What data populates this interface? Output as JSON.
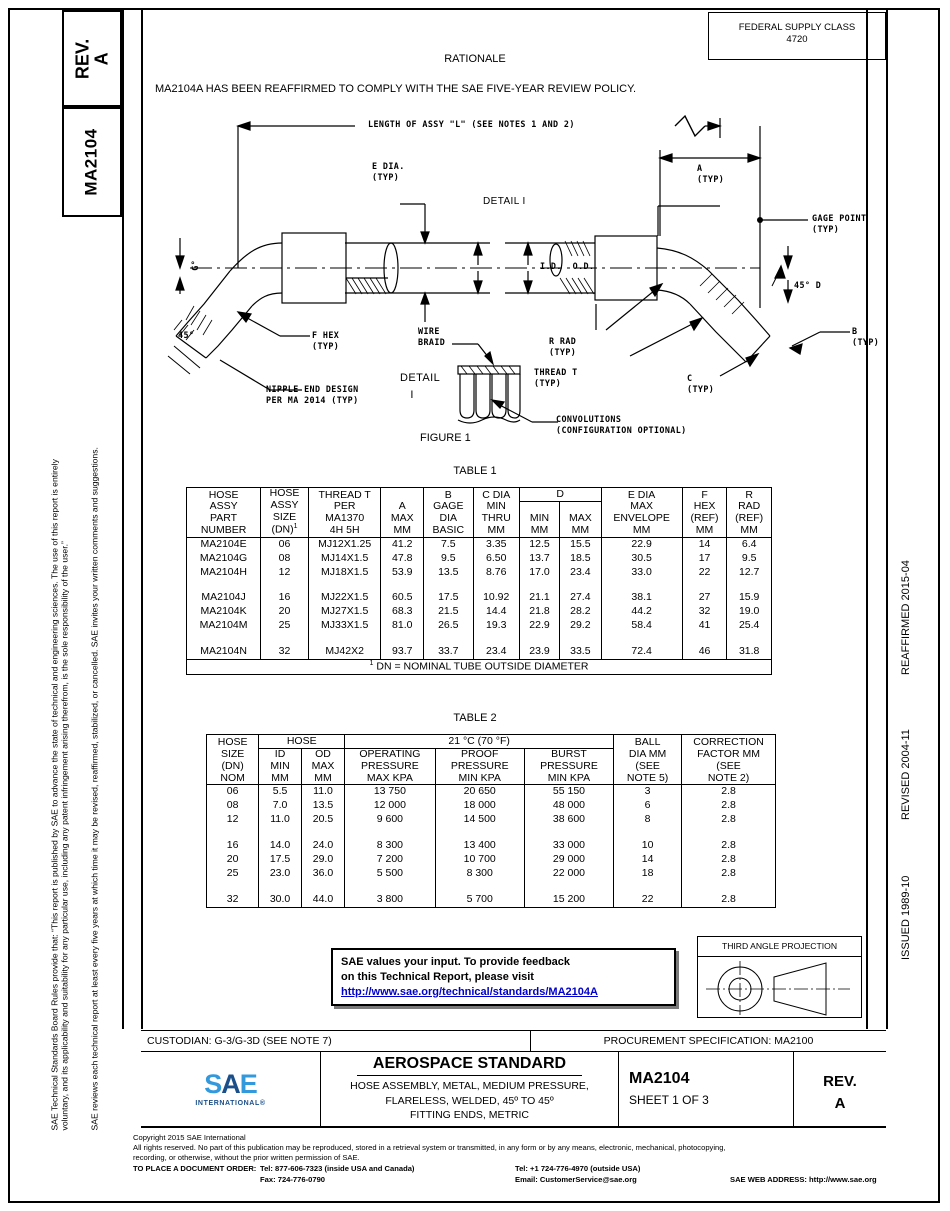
{
  "header": {
    "rev_label": "REV.",
    "rev_value": "A",
    "doc_number": "MA2104",
    "fsc_label": "FEDERAL SUPPLY CLASS",
    "fsc_value": "4720"
  },
  "rationale": {
    "title": "RATIONALE",
    "body": "MA2104A HAS BEEN REAFFIRMED TO COMPLY WITH THE SAE FIVE-YEAR REVIEW POLICY."
  },
  "legal": {
    "line1": "SAE Technical Standards Board Rules provide that: “This report is published by SAE to advance the state of technical and engineering sciences. The use of this report is entirely",
    "line2": "voluntary, and its applicability and suitability for any particular use, including any patent infringement arising therefrom, is the sole responsibility of the user.”",
    "line3": "SAE reviews each technical report at least every five years at which time it may be revised, reaffirmed, stabilized, or cancelled. SAE invites your written comments and suggestions."
  },
  "dates": {
    "issued": "ISSUED 1989-10",
    "revised": "REVISED 2004-11",
    "reaffirmed": "REAFFIRMED 2015-04"
  },
  "figure": {
    "caption": "FIGURE 1",
    "labels": {
      "length_of_assy": "LENGTH OF ASSY \"L\" (SEE NOTES 1 AND 2)",
      "e_dia": "E DIA.\n(TYP)",
      "detail_i_call": "DETAIL I",
      "id_od": "I.D.  O.D.",
      "a_typ": "A\n(TYP)",
      "gage_point": "GAGE POINT\n(TYP)",
      "r_rad": "R RAD\n(TYP)",
      "thread_t": "THREAD T\n(TYP)",
      "deg45_d": "45° D",
      "b_typ": "B\n(TYP)",
      "c_typ": "C\n(TYP)",
      "f_hex": "F HEX\n(TYP)",
      "nipple": "NIPPLE END DESIGN\nPER MA 2014 (TYP)",
      "deg45_left": "45°",
      "deg_g": "G°",
      "wire_braid": "WIRE\nBRAID",
      "detail_i_title": "DETAIL\n   I",
      "convolutions": "CONVOLUTIONS\n(CONFIGURATION OPTIONAL)"
    }
  },
  "table1": {
    "title": "TABLE 1",
    "headers": [
      [
        "HOSE",
        "ASSY",
        "PART",
        "NUMBER"
      ],
      [
        "HOSE",
        "ASSY",
        "SIZE",
        "(DN)"
      ],
      [
        "THREAD T",
        "PER",
        "MA1370",
        "4H 5H"
      ],
      [
        "",
        "A",
        "MAX",
        "MM"
      ],
      [
        "B",
        "GAGE",
        "DIA",
        "BASIC"
      ],
      [
        "C DIA",
        "MIN",
        "THRU",
        "MM"
      ],
      [
        "MIN",
        "MM"
      ],
      [
        "MAX",
        "MM"
      ],
      [
        "E DIA",
        "MAX",
        "ENVELOPE",
        "MM"
      ],
      [
        "F",
        "HEX",
        "(REF)",
        "MM"
      ],
      [
        "R",
        "RAD",
        "(REF)",
        "MM"
      ]
    ],
    "d_group_label": "D",
    "rows": [
      [
        "MA2104E",
        "06",
        "MJ12X1.25",
        "41.2",
        "7.5",
        "3.35",
        "12.5",
        "15.5",
        "22.9",
        "14",
        "6.4"
      ],
      [
        "MA2104G",
        "08",
        "MJ14X1.5",
        "47.8",
        "9.5",
        "6.50",
        "13.7",
        "18.5",
        "30.5",
        "17",
        "9.5"
      ],
      [
        "MA2104H",
        "12",
        "MJ18X1.5",
        "53.9",
        "13.5",
        "8.76",
        "17.0",
        "23.4",
        "33.0",
        "22",
        "12.7"
      ],
      [
        "MA2104J",
        "16",
        "MJ22X1.5",
        "60.5",
        "17.5",
        "10.92",
        "21.1",
        "27.4",
        "38.1",
        "27",
        "15.9"
      ],
      [
        "MA2104K",
        "20",
        "MJ27X1.5",
        "68.3",
        "21.5",
        "14.4",
        "21.8",
        "28.2",
        "44.2",
        "32",
        "19.0"
      ],
      [
        "MA2104M",
        "25",
        "MJ33X1.5",
        "81.0",
        "26.5",
        "19.3",
        "22.9",
        "29.2",
        "58.4",
        "41",
        "25.4"
      ],
      [
        "MA2104N",
        "32",
        "MJ42X2",
        "93.7",
        "33.7",
        "23.4",
        "23.9",
        "33.5",
        "72.4",
        "46",
        "31.8"
      ]
    ],
    "footnote": "DN = NOMINAL TUBE OUTSIDE DIAMETER"
  },
  "table2": {
    "title": "TABLE 2",
    "temp_header": "21 °C (70 °F)",
    "hose_group_label": "HOSE",
    "headers": [
      [
        "HOSE",
        "SIZE",
        "(DN)",
        "NOM"
      ],
      [
        "ID",
        "MIN",
        "MM"
      ],
      [
        "OD",
        "MAX",
        "MM"
      ],
      [
        "OPERATING",
        "PRESSURE",
        "MAX KPA"
      ],
      [
        "PROOF",
        "PRESSURE",
        "MIN KPA"
      ],
      [
        "BURST",
        "PRESSURE",
        "MIN KPA"
      ],
      [
        "BALL",
        "DIA MM",
        "(SEE",
        "NOTE 5)"
      ],
      [
        "CORRECTION",
        "FACTOR MM",
        "(SEE",
        "NOTE 2)"
      ]
    ],
    "rows": [
      [
        "06",
        "5.5",
        "11.0",
        "13 750",
        "20 650",
        "55 150",
        "3",
        "2.8"
      ],
      [
        "08",
        "7.0",
        "13.5",
        "12 000",
        "18 000",
        "48 000",
        "6",
        "2.8"
      ],
      [
        "12",
        "11.0",
        "20.5",
        "9 600",
        "14 500",
        "38 600",
        "8",
        "2.8"
      ],
      [
        "16",
        "14.0",
        "24.0",
        "8 300",
        "13 400",
        "33 000",
        "10",
        "2.8"
      ],
      [
        "20",
        "17.5",
        "29.0",
        "7 200",
        "10 700",
        "29 000",
        "14",
        "2.8"
      ],
      [
        "25",
        "23.0",
        "36.0",
        "5 500",
        "8 300",
        "22 000",
        "18",
        "2.8"
      ],
      [
        "32",
        "30.0",
        "44.0",
        "3 800",
        "5 700",
        "15 200",
        "22",
        "2.8"
      ]
    ]
  },
  "feedback": {
    "line1": "SAE values your input. To provide feedback",
    "line2": "on this Technical Report, please visit",
    "url": "http://www.sae.org/technical/standards/MA2104A"
  },
  "third_angle": {
    "title": "THIRD ANGLE PROJECTION"
  },
  "custodian": {
    "left": "CUSTODIAN: G-3/G-3D (SEE NOTE 7)",
    "right": "PROCUREMENT SPECIFICATION: MA2100"
  },
  "title_block": {
    "standard": "AEROSPACE STANDARD",
    "desc_line1": "HOSE ASSEMBLY, METAL, MEDIUM PRESSURE,",
    "desc_line2": "FLARELESS, WELDED, 45º TO 45º",
    "desc_line3": "FITTING ENDS, METRIC",
    "doc_number": "MA2104",
    "sheet": "SHEET 1 OF 3",
    "rev_label": "REV.",
    "rev_value": "A",
    "logo_s": "S",
    "logo_a": "A",
    "logo_e": "E",
    "logo_sub": "INTERNATIONAL®"
  },
  "copyright": {
    "line1": "Copyright 2015 SAE International",
    "line2": "All rights reserved. No part of this publication may be reproduced, stored in a retrieval system or transmitted, in any form or by any means, electronic, mechanical, photocopying,",
    "line3": "recording, or otherwise, without the prior written permission of SAE.",
    "order_label": "TO PLACE A DOCUMENT ORDER:",
    "tel_usa": "Tel: 877-606-7323 (inside USA and Canada)",
    "tel_intl": "Tel: +1 724-776-4970 (outside USA)",
    "fax": "Fax: 724-776-0790",
    "email": "Email: CustomerService@sae.org",
    "web": "SAE WEB ADDRESS: http://www.sae.org"
  },
  "colors": {
    "link": "#0000cc",
    "logo_blue_light": "#3399dd",
    "logo_blue_dark": "#1a4f8a"
  }
}
